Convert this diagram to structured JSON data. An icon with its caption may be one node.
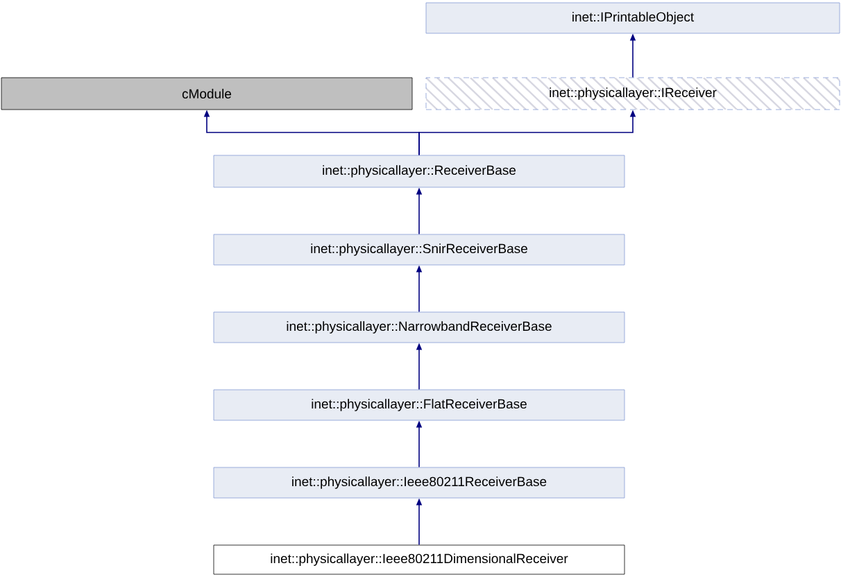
{
  "diagram": {
    "nodes": [
      {
        "text": [
          "inet::IPrintableObject"
        ]
      },
      {
        "text": [
          "cModule"
        ]
      },
      {
        "text": [
          "inet::physicallayer::IReceiver"
        ]
      },
      {
        "text": [
          "inet::physicallayer::ReceiverBase"
        ]
      },
      {
        "text": [
          "inet::physicallayer::SnirReceiverBase"
        ]
      },
      {
        "text": [
          "inet::physicallayer::NarrowbandReceiverBase"
        ]
      },
      {
        "text": [
          "inet::physicallayer::FlatReceiverBase"
        ]
      },
      {
        "text": [
          "inet::physicallayer::Ieee80211ReceiverBase"
        ]
      },
      {
        "text": [
          "inet::physicallayer::Ieee80211DimensionalReceiver"
        ]
      }
    ],
    "edges": [
      {
        "from": 2,
        "to": 0,
        "arrow": "to"
      },
      {
        "from": 3,
        "to": 1,
        "arrow": "to"
      },
      {
        "from": 3,
        "to": 2,
        "arrow": "to"
      },
      {
        "from": 4,
        "to": 3,
        "arrow": "to"
      },
      {
        "from": 5,
        "to": 4,
        "arrow": "to"
      },
      {
        "from": 6,
        "to": 5,
        "arrow": "to"
      },
      {
        "from": 7,
        "to": 6,
        "arrow": "to"
      },
      {
        "from": 8,
        "to": 7,
        "arrow": "to"
      }
    ]
  }
}
